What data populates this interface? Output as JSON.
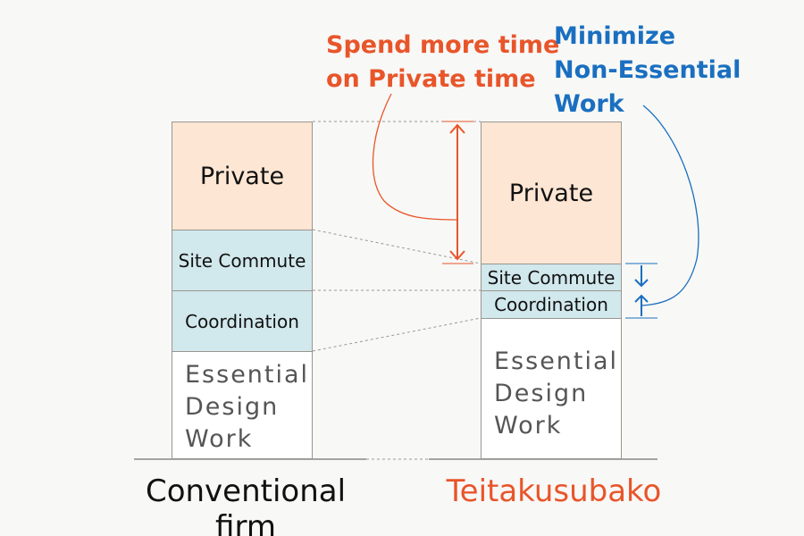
{
  "colors": {
    "private": "#fde6d3",
    "overhead": "#d1e8ec",
    "accent_orange": "#e8552a",
    "accent_blue": "#1a6fc0"
  },
  "conventional": {
    "label": "Conventional firm",
    "private": "Private",
    "site_commute": "Site Commute",
    "coordination": "Coordination",
    "essential": [
      "Essential",
      "Design",
      "Work"
    ]
  },
  "teitakusubako": {
    "label": "Teitakusubako",
    "private": "Private",
    "site_commute": "Site Commute",
    "coordination": "Coordination",
    "essential": [
      "Essential",
      "Design",
      "Work"
    ]
  },
  "annotations": {
    "private_time": [
      "Spend more time",
      "on Private time"
    ],
    "minimize": [
      "Minimize",
      "Non-Essential",
      "Work"
    ]
  }
}
